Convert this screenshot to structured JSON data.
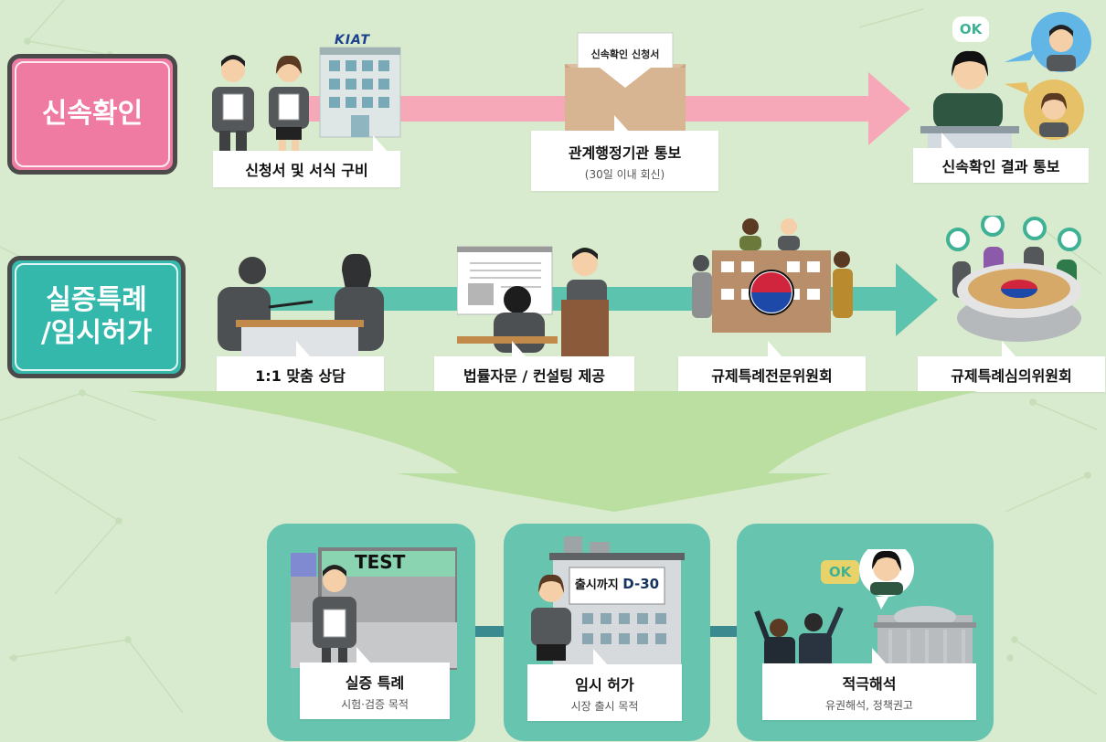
{
  "row1": {
    "badge": "신속확인",
    "steps": [
      {
        "label": "신청서 및 서식 구비"
      },
      {
        "label": "관계행정기관 통보",
        "sub": "(30일 이내 회신)"
      },
      {
        "label": "신속확인 결과 통보"
      }
    ],
    "building_logo": "KIAT",
    "envelope_text": "신속확인 신청서",
    "ok_text": "OK"
  },
  "row2": {
    "badge_line1": "실증특례",
    "badge_line2": "/임시허가",
    "steps": [
      {
        "label": "1:1 맞춤 상담"
      },
      {
        "label": "법률자문 / 컨설팅 제공"
      },
      {
        "label": "규제특례전문위원회"
      },
      {
        "label": "규제특례심의위원회"
      }
    ]
  },
  "outcomes": [
    {
      "label": "실증 특례",
      "sub": "시험·검증 목적",
      "sign": "TEST"
    },
    {
      "label": "임시 허가",
      "sub": "시장 출시 목적",
      "sign_prefix": "출시까지 ",
      "sign_strong": "D-30"
    },
    {
      "label": "적극해석",
      "sub": "유권해석, 정책권고",
      "ok_text": "OK"
    }
  ],
  "colors": {
    "background": "#d9ebcf",
    "pink_badge": "#f07ba2",
    "pink_arrow": "#f6a8b9",
    "teal_badge": "#35b8ac",
    "teal_arrow": "#5cc3ae",
    "card": "#67c4ae",
    "funnel": "#b9dd9e",
    "suit": "#55585b",
    "ok_green": "#3fb295"
  }
}
